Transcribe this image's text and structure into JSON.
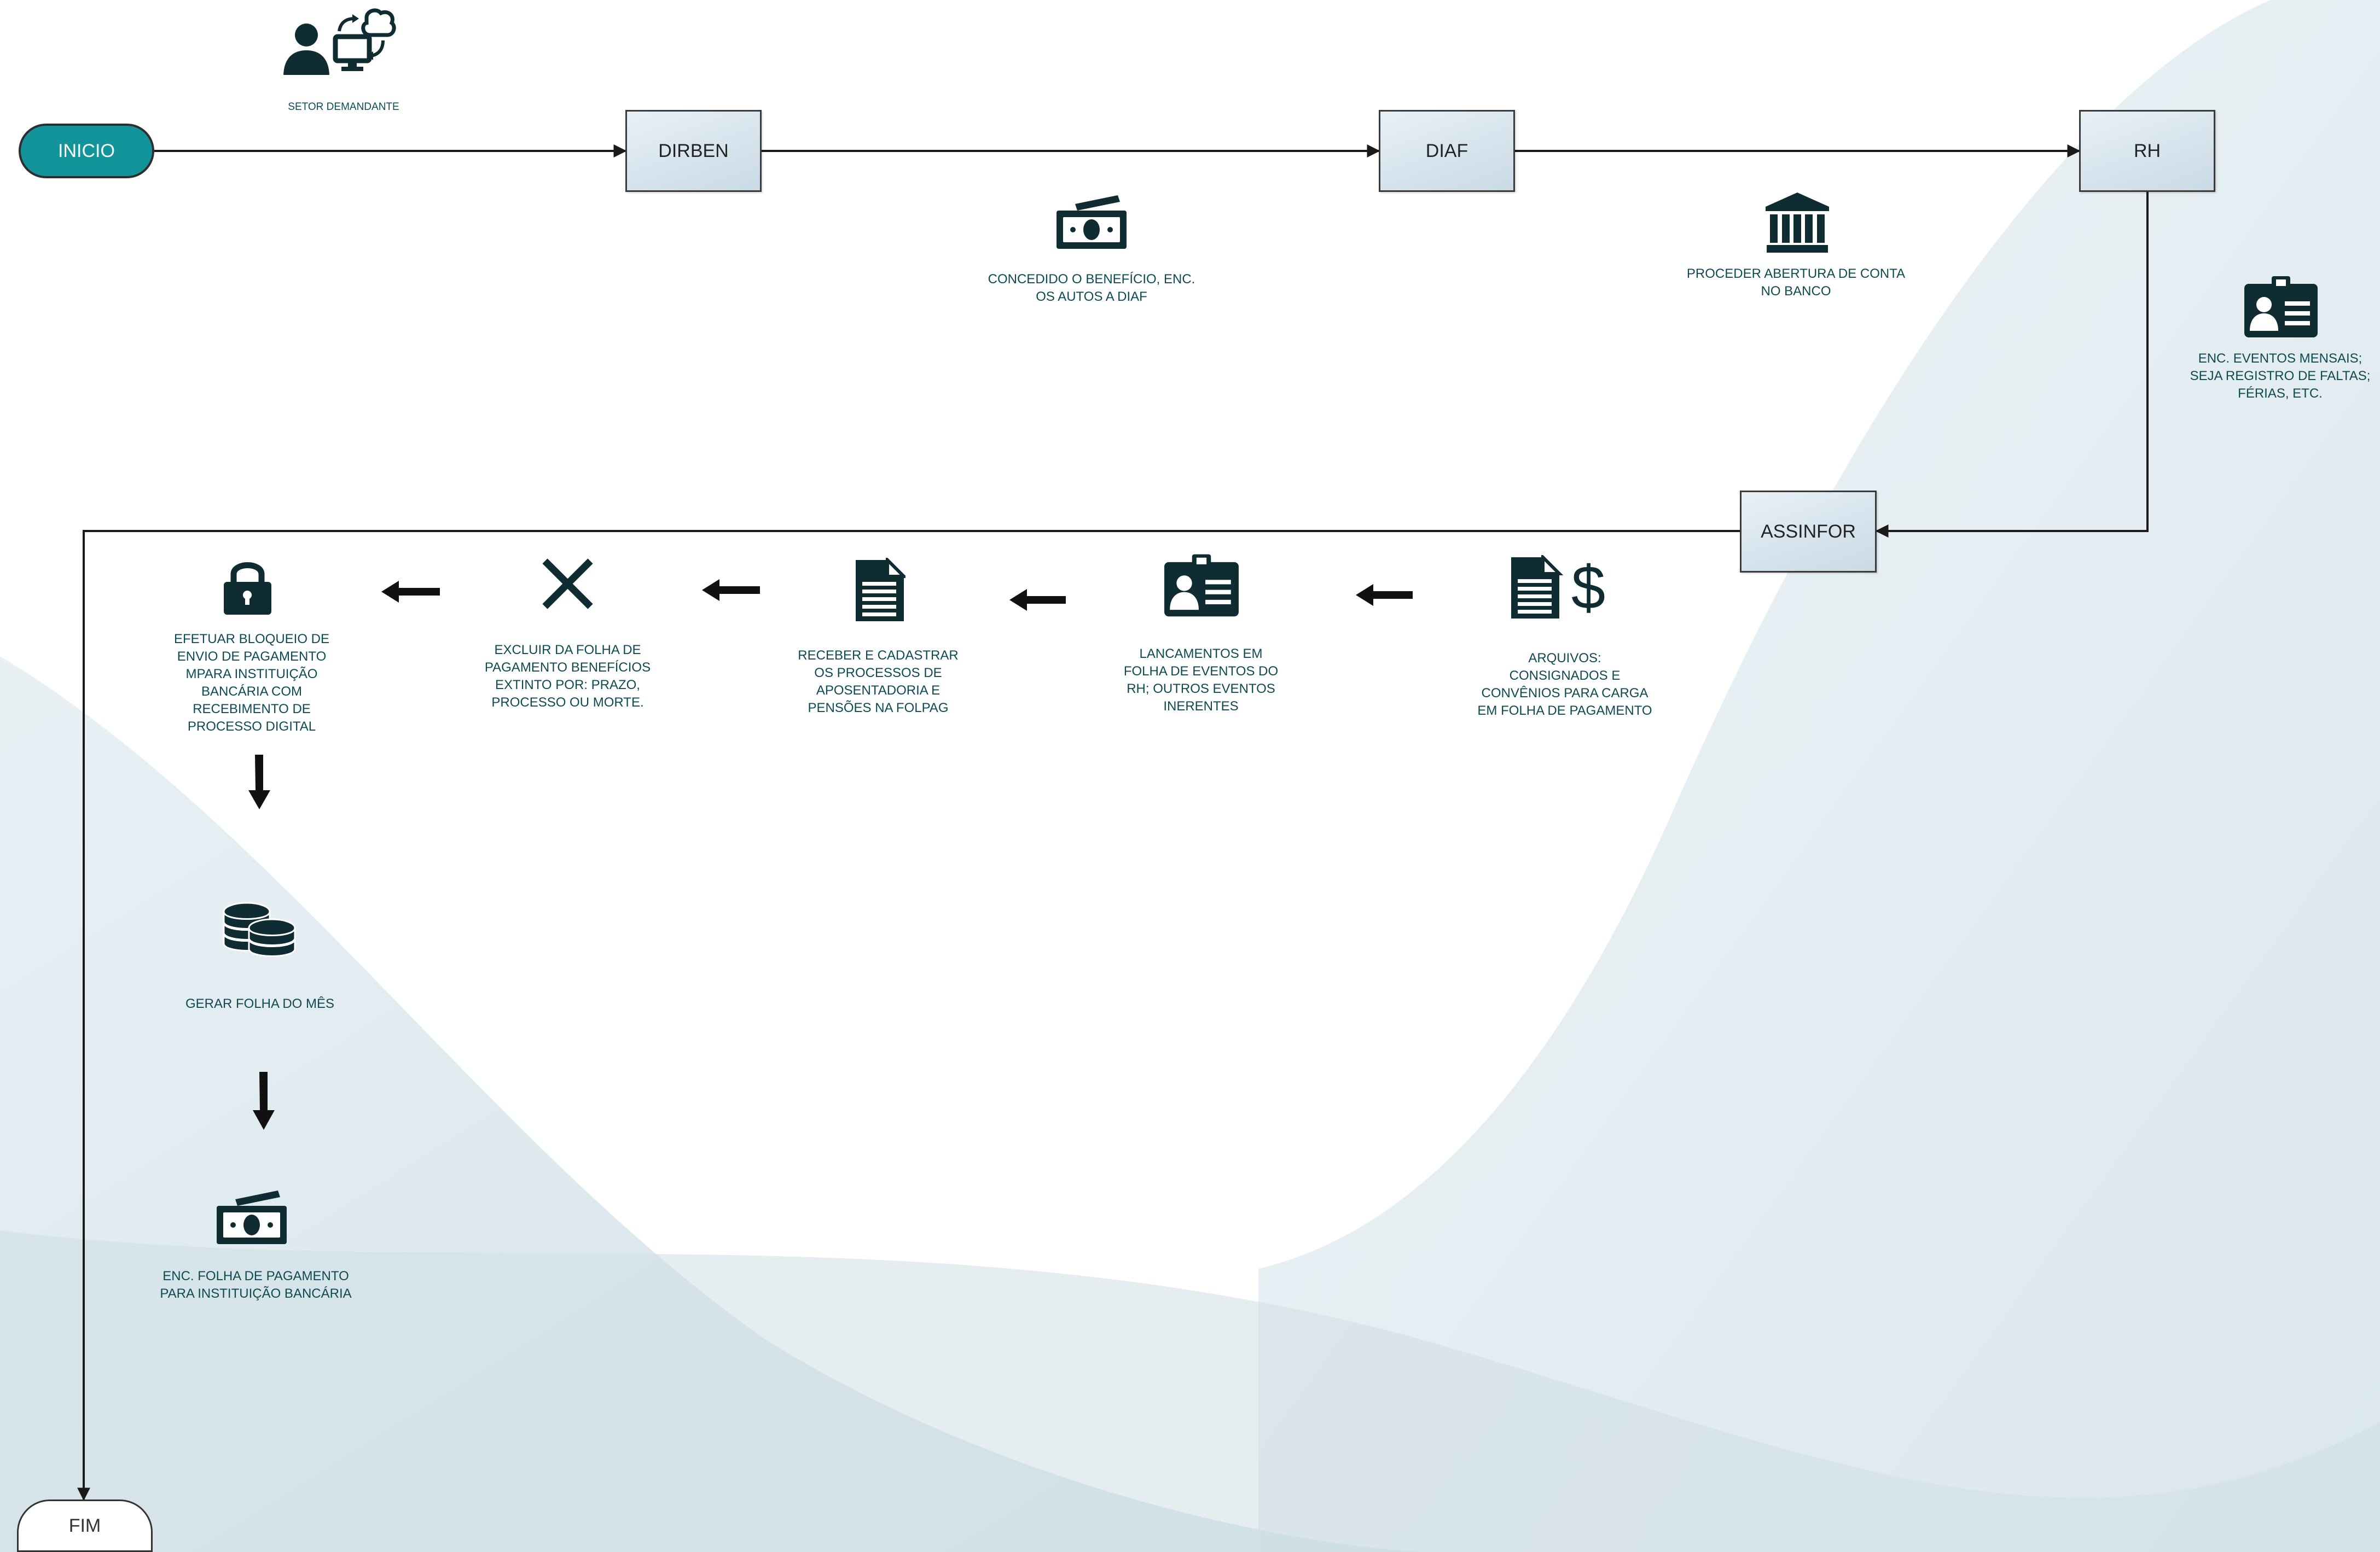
{
  "nodes": {
    "start": "INICIO",
    "dirben": "DIRBEN",
    "diaf": "DIAF",
    "rh": "RH",
    "assinfor": "ASSINFOR",
    "end": "FIM"
  },
  "captions": {
    "setor_demandante": "SETOR DEMANDANTE",
    "concedido": "CONCEDIDO O BENEFÍCIO, ENC. OS AUTOS A DIAF",
    "proceder": "PROCEDER ABERTURA DE CONTA NO BANCO",
    "enc_eventos": "ENC. EVENTOS MENSAIS; SEJA REGISTRO DE FALTAS; FÉRIAS, ETC.",
    "arquivos": "ARQUIVOS: CONSIGNADOS E CONVÊNIOS PARA CARGA EM FOLHA DE PAGAMENTO",
    "lancamentos": "LANCAMENTOS EM FOLHA DE EVENTOS DO RH; OUTROS EVENTOS INERENTES",
    "receber": "RECEBER E CADASTRAR OS PROCESSOS DE APOSENTADORIA E PENSÕES NA FOLPAG",
    "excluir": "EXCLUIR DA FOLHA DE PAGAMENTO BENEFÍCIOS EXTINTO POR: PRAZO, PROCESSO OU MORTE.",
    "bloqueio": "EFETUAR BLOQUEIO DE ENVIO DE PAGAMENTO MPARA INSTITUIÇÃO BANCÁRIA COM RECEBIMENTO DE PROCESSO DIGITAL",
    "gerar": "GERAR FOLHA DO MÊS",
    "enc_folha": "ENC. FOLHA DE PAGAMENTO PARA INSTITUIÇÃO BANCÁRIA"
  },
  "icons": {
    "setor": "person-computer-cloud-icon",
    "concedido": "money-bill-icon",
    "proceder": "bank-building-icon",
    "enc_eventos": "id-card-icon",
    "arquivos": "document-dollar-icon",
    "lancamentos": "id-card-icon",
    "receber": "document-icon",
    "excluir": "close-x-icon",
    "bloqueio": "padlock-icon",
    "gerar": "coin-stacks-icon",
    "enc_folha": "money-bill-icon"
  },
  "colors": {
    "start_fill": "#13949a",
    "caption_text": "#0e4a52",
    "icon_dark": "#0f2c33",
    "connector": "#1a1a1a"
  }
}
